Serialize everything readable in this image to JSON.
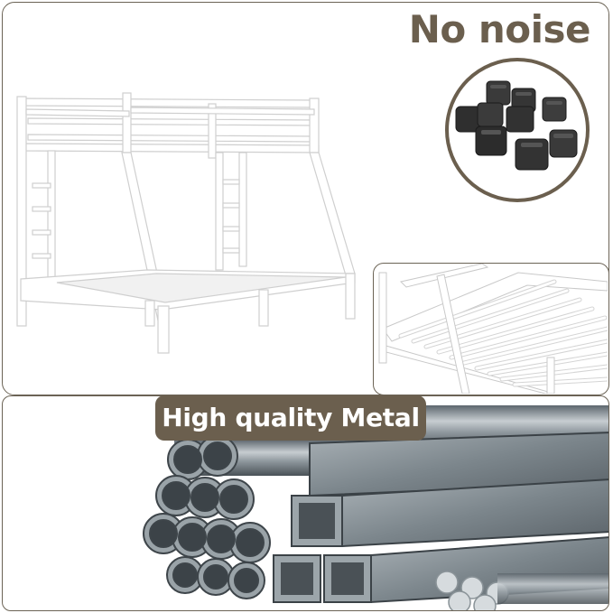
{
  "feature_noise": {
    "label": "No noise"
  },
  "feature_metal": {
    "label": "High quality Metal"
  },
  "colors": {
    "accent": "#6b5f4e",
    "frame": "#ffffff",
    "metal": "#7d8890"
  },
  "images": {
    "main": "bunk-bed-photo",
    "caps": "rubber-leg-caps-photo",
    "slats": "slat-detail-photo",
    "tubes": "metal-tubes-photo"
  }
}
